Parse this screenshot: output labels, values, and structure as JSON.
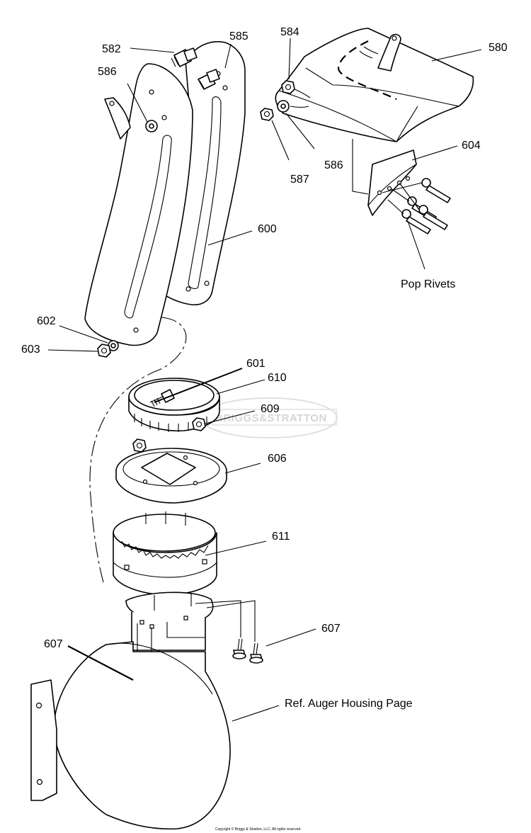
{
  "callouts": {
    "c582": "582",
    "c585": "585",
    "c586a": "586",
    "c584": "584",
    "c580": "580",
    "c587": "587",
    "c586b": "586",
    "c604": "604",
    "c600": "600",
    "c602": "602",
    "c603": "603",
    "c601": "601",
    "c610": "610",
    "c609": "609",
    "c606": "606",
    "c611": "611",
    "c607a": "607",
    "c607b": "607"
  },
  "notes": {
    "pop_rivets": "Pop Rivets",
    "auger_ref": "Ref. Auger Housing Page"
  },
  "watermark": {
    "text": "BRIGGS&STRATTON",
    "color": "#d6d6d6"
  },
  "footer": {
    "copyright": "Copyright © Briggs & Stratton, LLC. All rights reserved."
  },
  "colors": {
    "line": "#000000",
    "background": "#ffffff"
  }
}
